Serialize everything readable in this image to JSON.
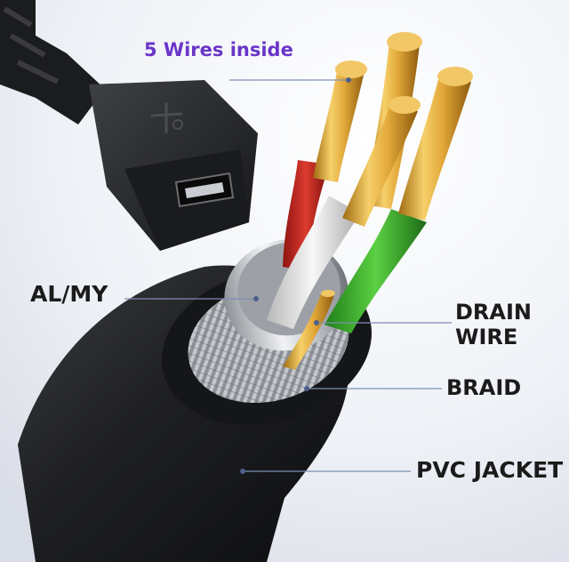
{
  "labels": {
    "wires_inside": "5 Wires inside",
    "al_my": "AL/MY",
    "drain_wire_line1": "DRAIN",
    "drain_wire_line2": "WIRE",
    "braid": "BRAID",
    "pvc_jacket": "PVC JACKET"
  },
  "colors": {
    "background": "#eef1f6",
    "label_accent": "#6a35c8",
    "label_text": "#1b1b1b",
    "jacket": "#1f2022",
    "braid": "#9a9da2",
    "foil": "#c9ccd1",
    "red_wire": "#c6231d",
    "green_wire": "#3fb52c",
    "white_wire": "#e8e8e8",
    "copper": "#e0a937",
    "connector": "#252628"
  }
}
